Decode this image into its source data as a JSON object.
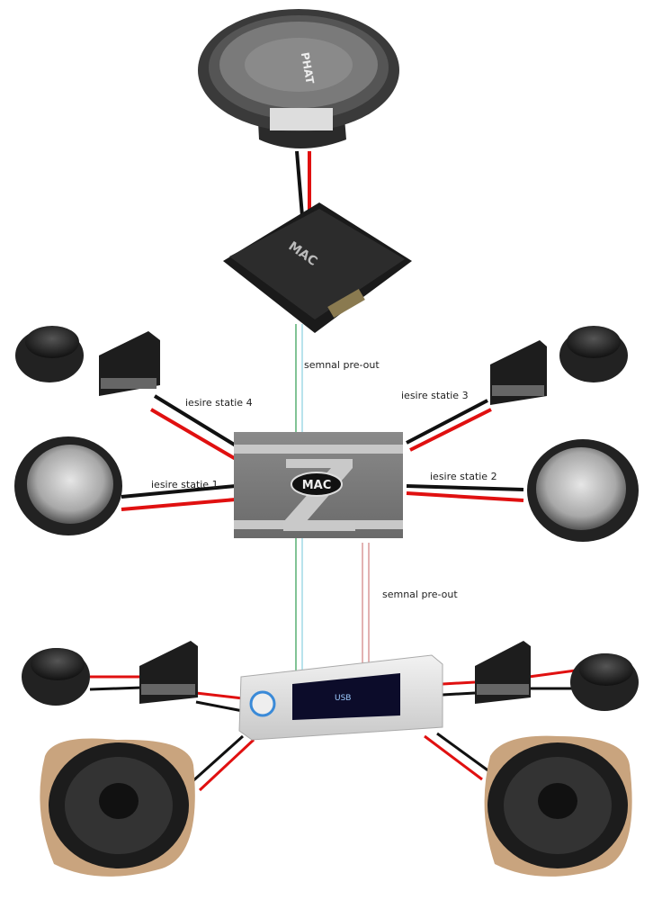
{
  "labels": {
    "preout_top": "semnal pre-out",
    "preout_bottom": "semnal pre-out",
    "out4": "iesire statie 4",
    "out3": "iesire statie 3",
    "out1": "iesire statie 1",
    "out2": "iesire statie 2"
  },
  "logos": {
    "subwoofer_brand": "PHAT",
    "sub_amp_brand": "MAC",
    "main_amp_brand": "MAC",
    "main_amp_mark": "Z"
  },
  "colors": {
    "wire_red": "#e01010",
    "wire_black": "#111111",
    "signal_green": "#2e9b50",
    "signal_cyan": "#8ad0e0",
    "signal_red": "#d08080"
  }
}
